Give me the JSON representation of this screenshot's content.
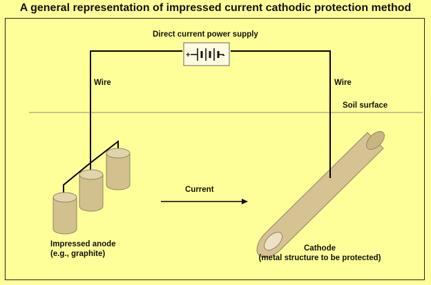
{
  "title": "A general representation of impressed current cathodic protection method",
  "labels": {
    "power_supply": "Direct current power supply",
    "plus": "+",
    "minus": "-",
    "wire_left": "Wire",
    "wire_right": "Wire",
    "soil_surface": "Soil surface",
    "current": "Current",
    "anode_line1": "Impressed anode",
    "anode_line2": "(e.g., graphite)",
    "cathode_line1": "Cathode",
    "cathode_line2": "(metal structure to be protected)"
  },
  "colors": {
    "background": "#ffff99",
    "anode_fill": "#d2c08f",
    "anode_stroke": "#8f8463",
    "cathode_fill": "#d6c293",
    "wire": "#000000",
    "soil_line": "#8a8a7a"
  }
}
